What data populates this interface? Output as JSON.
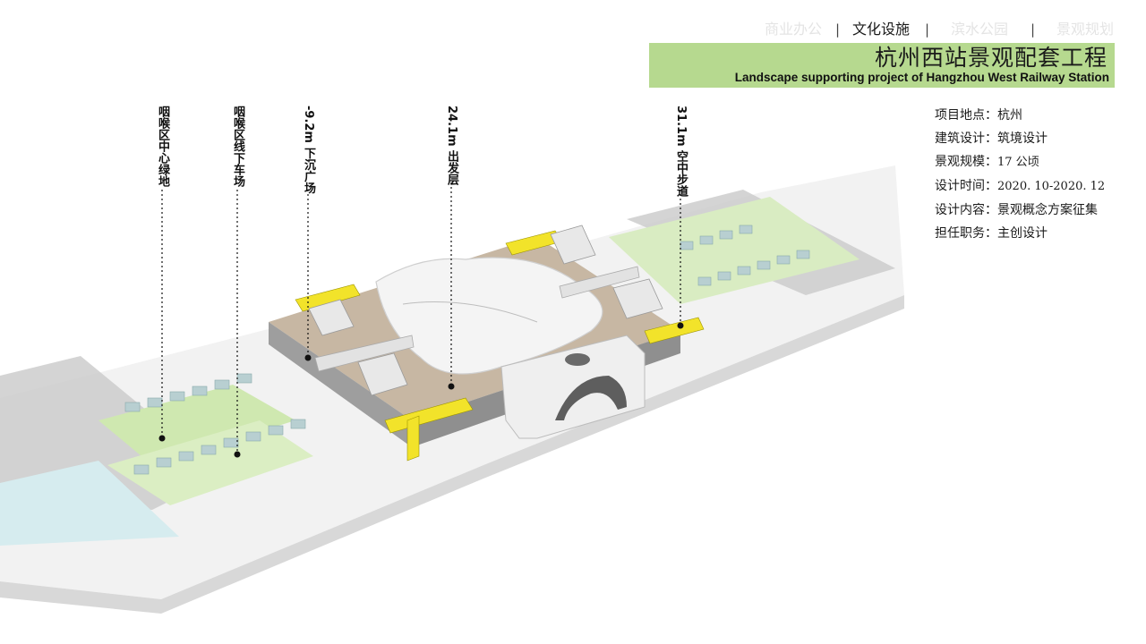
{
  "nav": {
    "items": [
      {
        "label": "商业办公",
        "active": false
      },
      {
        "label": "文化设施",
        "active": true
      },
      {
        "label": "滨水公园",
        "active": false
      },
      {
        "label": "景观规划",
        "active": false
      }
    ],
    "separator": "|"
  },
  "title": {
    "cn": "杭州西站景观配套工程",
    "en": "Landscape supporting project of Hangzhou West Railway Station",
    "band_color": "#b6d98f"
  },
  "info": [
    {
      "label": "项目地点：",
      "value": "杭州"
    },
    {
      "label": "建筑设计：",
      "value": "筑境设计"
    },
    {
      "label": "景观规模：",
      "value": "17 公顷"
    },
    {
      "label": "设计时间：",
      "value": "2020. 10-2020. 12"
    },
    {
      "label": "设计内容：",
      "value": "景观概念方案征集"
    },
    {
      "label": "担任职务：",
      "value": "主创设计"
    }
  ],
  "callouts": [
    {
      "label": "咽喉区中心绿地"
    },
    {
      "label": "咽喉区线下车场"
    },
    {
      "label": "-9.2m 下沉广场"
    },
    {
      "label": "24.1m 出发层"
    },
    {
      "label": "31.1m 空中步道"
    }
  ],
  "colors": {
    "accent_yellow": "#f2e32a",
    "green_strip": "#cfe8b0",
    "road_gray": "#c9c9c9",
    "roof_white": "#f4f4f4"
  }
}
